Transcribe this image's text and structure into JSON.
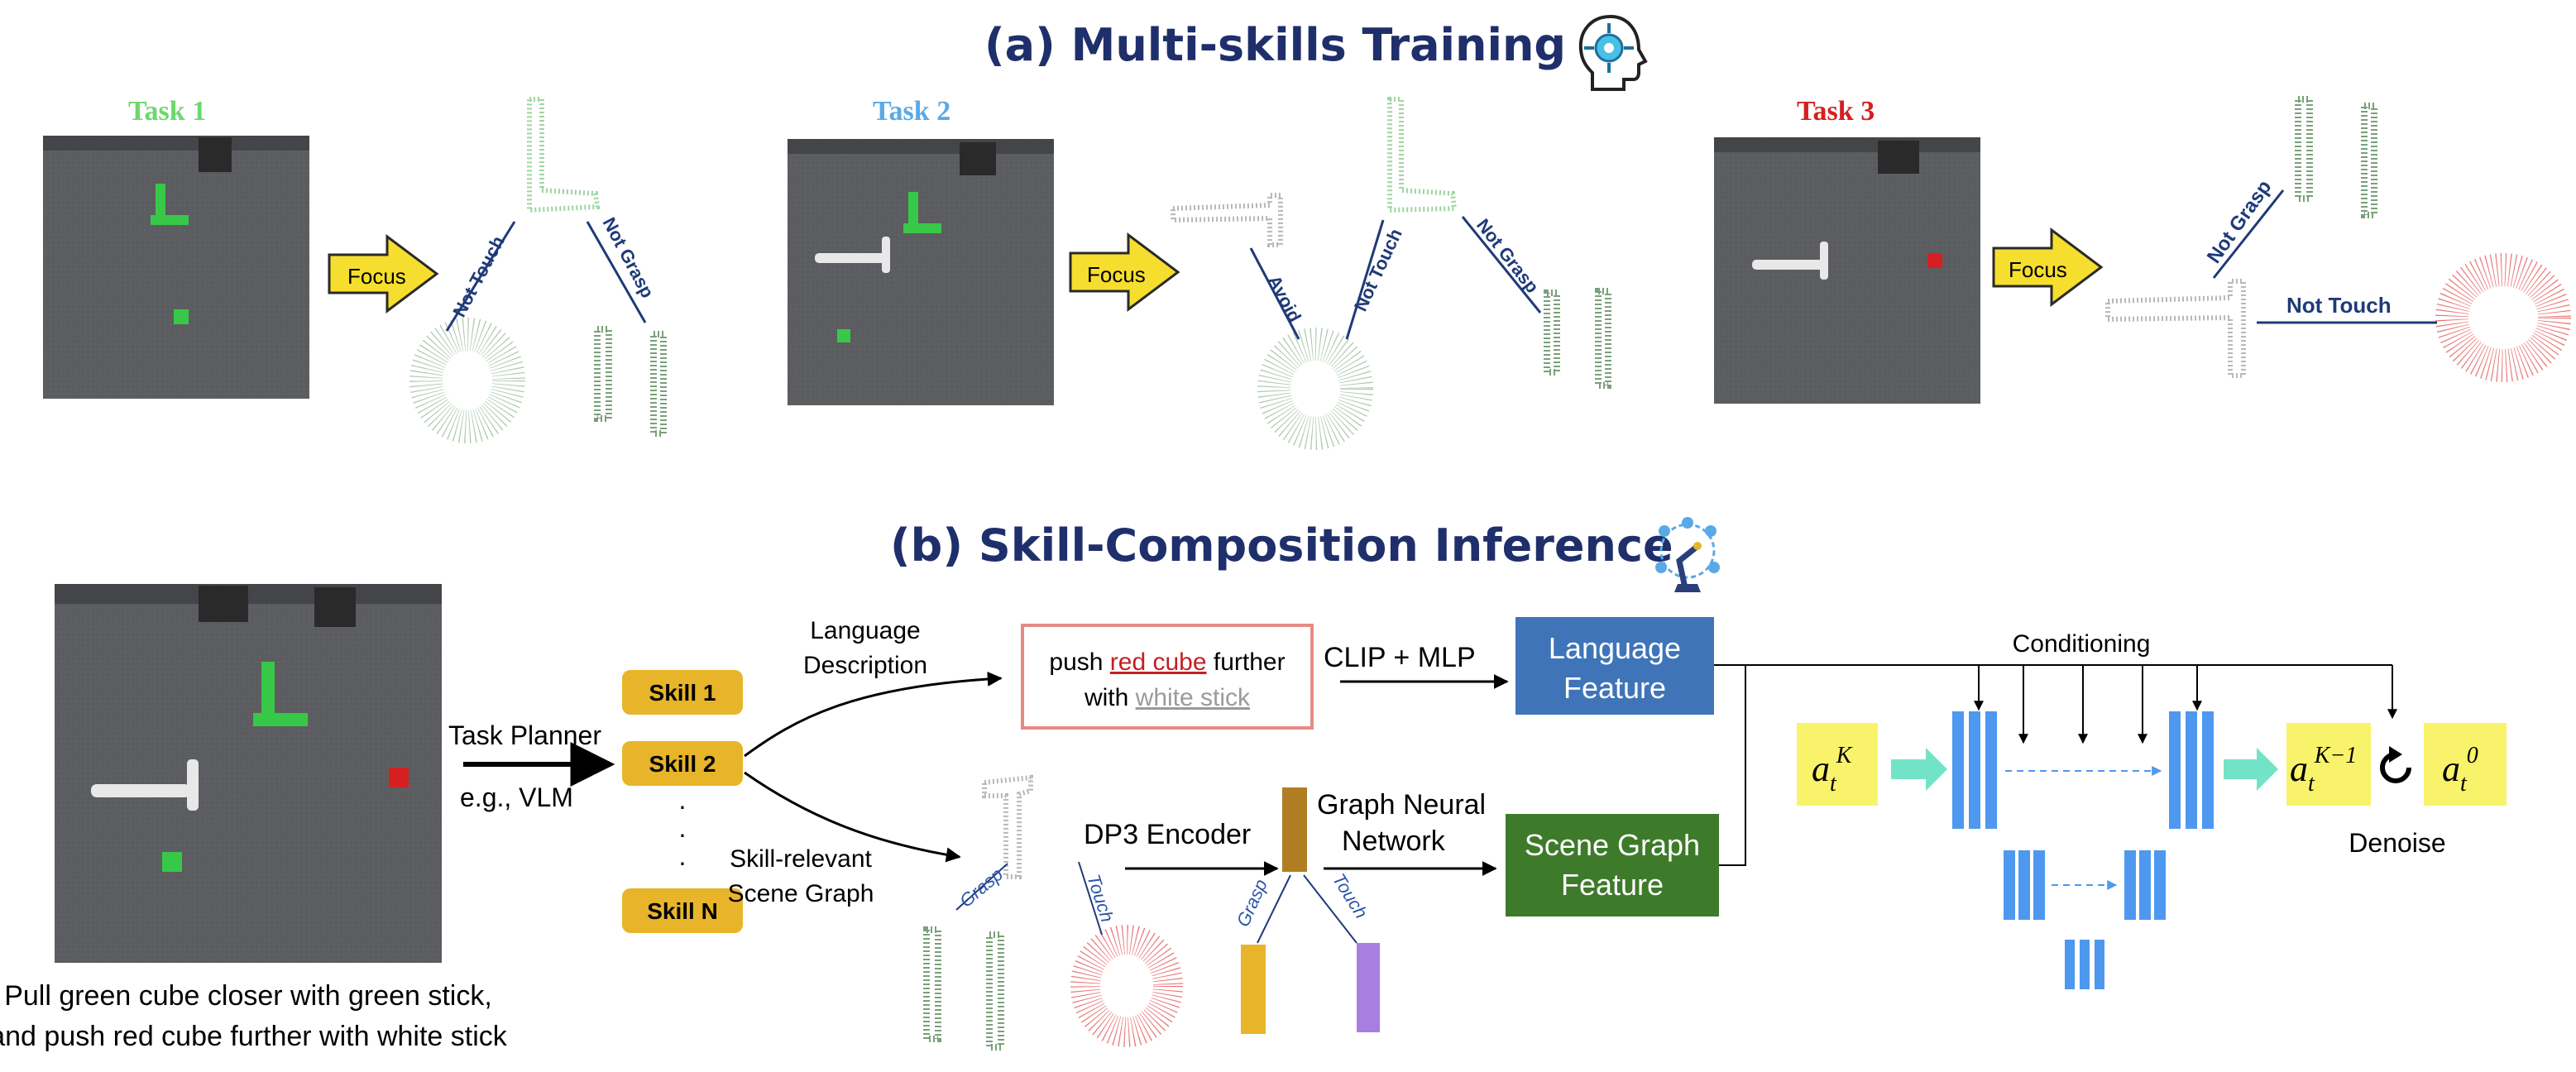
{
  "panel_a": {
    "title": "(a) Multi-skills Training",
    "tasks": [
      {
        "label": "Task 1",
        "color": "#6cd86c",
        "focus": "Focus",
        "edges": [
          "Not Touch",
          "Not Grasp"
        ]
      },
      {
        "label": "Task 2",
        "color": "#5aa9e6",
        "focus": "Focus",
        "edges": [
          "Avoid",
          "Not Touch",
          "Not Grasp"
        ]
      },
      {
        "label": "Task 3",
        "color": "#d42020",
        "focus": "Focus",
        "edges": [
          "Not Grasp",
          "Not Touch"
        ]
      }
    ],
    "icon": "brain-head-icon"
  },
  "panel_b": {
    "title": "(b) Skill-Composition Inference",
    "icon": "robot-arm-network-icon",
    "instruction": [
      "Pull green cube closer with green stick,",
      "and push red cube further with white stick"
    ],
    "planner": {
      "line1": "Task Planner",
      "line2": "e.g., VLM"
    },
    "skills": [
      "Skill 1",
      "Skill 2",
      ".",
      ".",
      ".",
      "Skill N"
    ],
    "language_description": [
      "Language",
      "Description"
    ],
    "scene_graph_label": [
      "Skill-relevant",
      "Scene Graph"
    ],
    "prompt": {
      "prefix": "push ",
      "red": "red cube",
      "mid": " further",
      "line2_prefix": "with ",
      "white": "white stick"
    },
    "clip": "CLIP + MLP",
    "dp3": "DP3 Encoder",
    "gnn": [
      "Graph Neural",
      "Network"
    ],
    "language_feature": [
      "Language",
      "Feature"
    ],
    "scene_feature": [
      "Scene Graph",
      "Feature"
    ],
    "graph_edges": [
      "Grasp",
      "Touch"
    ],
    "encoder_edges": [
      "Grasp",
      "Touch"
    ],
    "conditioning": "Conditioning",
    "denoise": "Denoise",
    "colors": {
      "skill": "#e8b42a",
      "lang_feature": "#3f74b9",
      "scene_feature": "#3d7a2a",
      "unet": "#4e98f0",
      "yellow": "#f9f36b",
      "arrow_teal": "#72e3c7",
      "encoder_brown": "#b07d22",
      "enc_yellow": "#e8b42a",
      "enc_purple": "#a87ee0"
    }
  }
}
